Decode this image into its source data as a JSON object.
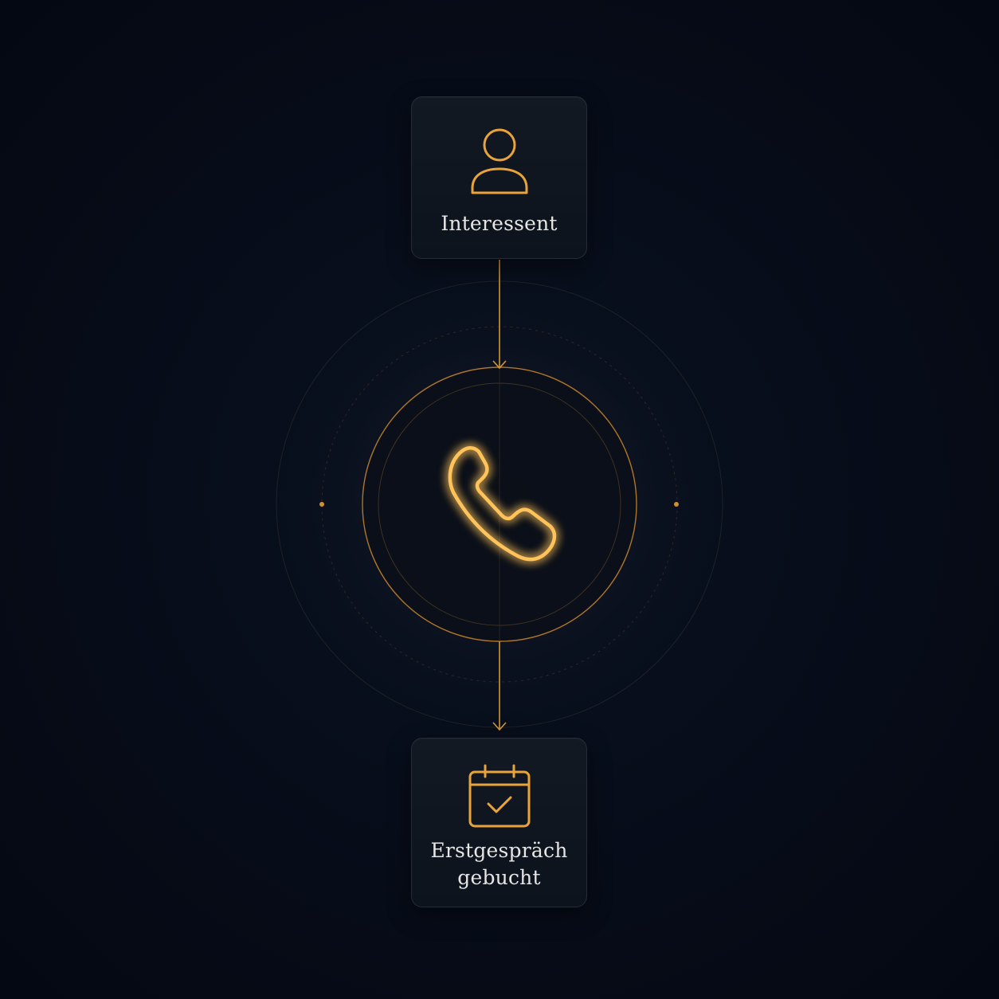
{
  "diagram": {
    "nodes": [
      {
        "id": "interessent",
        "label": "Interessent",
        "icon": "person-icon"
      },
      {
        "id": "call",
        "label": "",
        "icon": "phone-icon"
      },
      {
        "id": "erstgespraech",
        "label_lines": [
          "Erstgespräch",
          "gebucht"
        ],
        "icon": "calendar-check-icon"
      }
    ],
    "edges": [
      {
        "from": "interessent",
        "to": "call"
      },
      {
        "from": "call",
        "to": "erstgespraech"
      }
    ]
  },
  "colors": {
    "background": "#060b17",
    "accent": "#e8a33a",
    "accent_glow": "#ffc35a",
    "card_border": "#252c38",
    "text": "#e6e6e4"
  }
}
